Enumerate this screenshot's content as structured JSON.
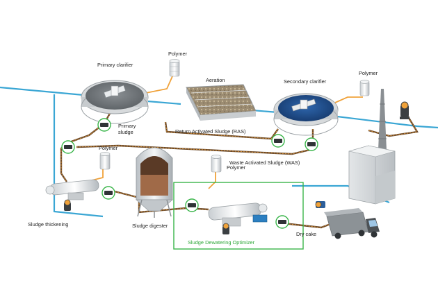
{
  "labels": {
    "primary_clarifier": "Primary clarifier",
    "polymer_1": "Polymer",
    "aeration": "Aeration",
    "secondary_clarifier": "Secondary clarifier",
    "polymer_2": "Polymer",
    "primary_sludge_line1": "Primary",
    "primary_sludge_line2": "sludge",
    "ras": "Return Activated Sludge (RAS)",
    "polymer_3": "Polymer",
    "was": "Waste Activated Sludge (WAS)",
    "polymer_4": "Polymer",
    "sludge_thickening": "Sludge thickening",
    "sludge_digester": "Sludge digester",
    "dry_cake": "Dry cake",
    "optimizer": "Sludge Dewatering Optimizer"
  },
  "colors": {
    "water_pipe": "#3aa6d4",
    "sludge_pipe": "#6b4a2b",
    "polymer_pipe": "#f0a23a",
    "monitor_ring": "#3ab54a",
    "optimizer_box": "#3ab54a",
    "clarifier_water": "#1e4d8c",
    "sludge_fill": "#a06a48"
  },
  "icons": [
    "clarifier-scraper-icon",
    "polymer-tank-icon",
    "aeration-basin-icon",
    "monitor-device-icon",
    "centrifuge-icon",
    "dump-truck-icon",
    "smokestack-icon",
    "pump-icon"
  ]
}
